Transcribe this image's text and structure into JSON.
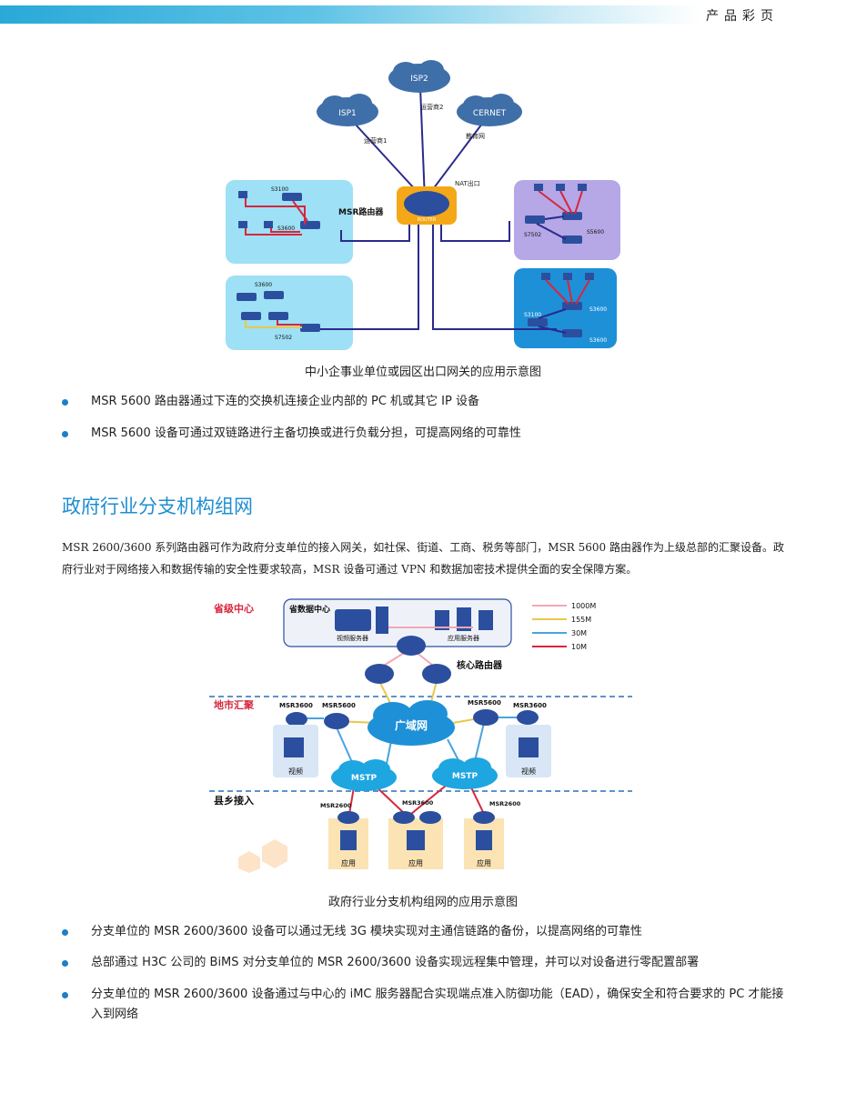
{
  "header": {
    "title": "产品彩页"
  },
  "diagram1": {
    "isp1": "ISP1",
    "isp2": "ISP2",
    "cernet": "CERNET",
    "operator1": "运营商1",
    "operator2": "运营商2",
    "education_net": "教育网",
    "nat_exit": "NAT出口",
    "msr_router": "MSR路由器",
    "router_tag": "ROUTER",
    "s3100_a": "S3100",
    "s3600_a": "S3600",
    "s3600_b": "S3600",
    "s7502_a": "S7502",
    "s7502_b": "S7502",
    "s5600": "S5600",
    "s3100_b": "S3100",
    "s3600_c": "S3600",
    "s3600_d": "S3600",
    "caption": "中小企事业单位或园区出口网关的应用示意图"
  },
  "bullets1": [
    "MSR 5600 路由器通过下连的交换机连接企业内部的 PC 机或其它 IP 设备",
    "MSR 5600 设备可通过双链路进行主备切换或进行负载分担，可提高网络的可靠性"
  ],
  "section": {
    "title": "政府行业分支机构组网",
    "paragraph": "MSR 2600/3600 系列路由器可作为政府分支单位的接入网关，如社保、街道、工商、税务等部门，MSR 5600 路由器作为上级总部的汇聚设备。政府行业对于网络接入和数据传输的安全性要求较高，MSR 设备可通过 VPN 和数据加密技术提供全面的安全保障方案。"
  },
  "diagram2": {
    "province_center": "省级中心",
    "city_agg": "地市汇聚",
    "county_access": "县乡接入",
    "data_center": "省数据中心",
    "video_server": "视频服务器",
    "app_server": "应用服务器",
    "core_router": "核心路由器",
    "wan": "广域网",
    "mstp1": "MSTP",
    "mstp2": "MSTP",
    "msr3600_l": "MSR3600",
    "msr5600_l": "MSR5600",
    "msr5600_r": "MSR5600",
    "msr3600_r": "MSR3600",
    "video_l": "视频",
    "video_r": "视频",
    "msr2600_l": "MSR2600",
    "msr3600_m": "MSR3600",
    "msr2600_r": "MSR2600",
    "app1": "应用",
    "app2": "应用",
    "app3": "应用",
    "legend": [
      {
        "label": "1000M",
        "color": "#f4a6b4"
      },
      {
        "label": "155M",
        "color": "#e8c84a"
      },
      {
        "label": "30M",
        "color": "#4aa3df"
      },
      {
        "label": "10M",
        "color": "#d7263d"
      }
    ],
    "caption": "政府行业分支机构组网的应用示意图"
  },
  "bullets2": [
    "分支单位的 MSR 2600/3600 设备可以通过无线 3G 模块实现对主通信链路的备份，以提高网络的可靠性",
    "总部通过 H3C 公司的 BiMS 对分支单位的 MSR 2600/3600 设备实现远程集中管理，并可以对设备进行零配置部署",
    "分支单位的 MSR 2600/3600 设备通过与中心的 iMC 服务器配合实现端点准入防御功能（EAD），确保安全和符合要求的 PC 才能接入到网络"
  ]
}
